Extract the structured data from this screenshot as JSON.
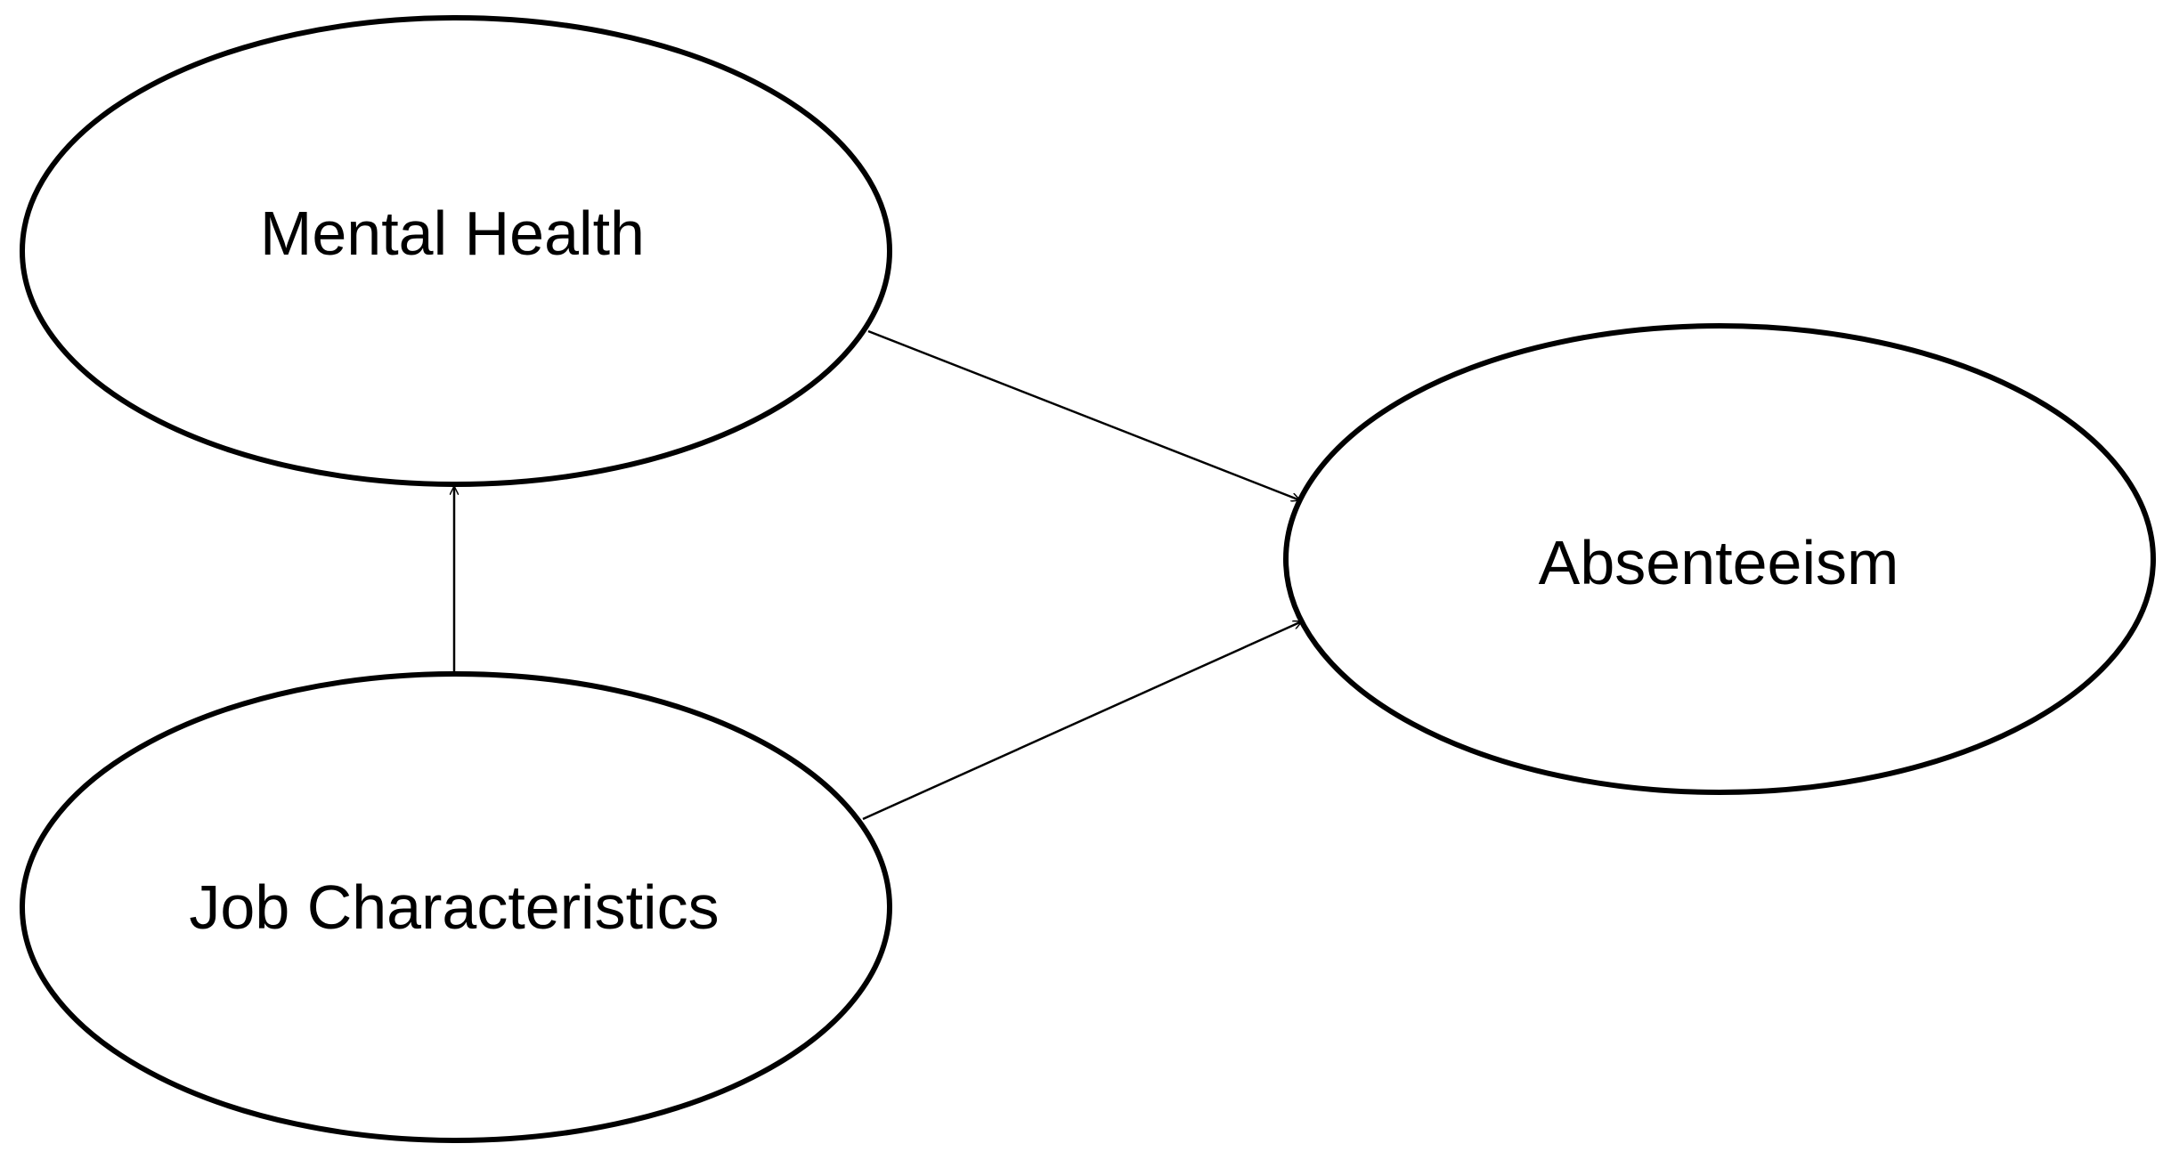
{
  "nodes": {
    "mental_health": {
      "label": "Mental Health"
    },
    "job_characteristics": {
      "label": "Job Characteristics"
    },
    "absenteeism": {
      "label": "Absenteeism"
    }
  },
  "edges": [
    {
      "from": "job_characteristics",
      "to": "mental_health"
    },
    {
      "from": "mental_health",
      "to": "absenteeism"
    },
    {
      "from": "job_characteristics",
      "to": "absenteeism"
    }
  ],
  "colors": {
    "stroke": "#000000",
    "background": "#ffffff"
  }
}
